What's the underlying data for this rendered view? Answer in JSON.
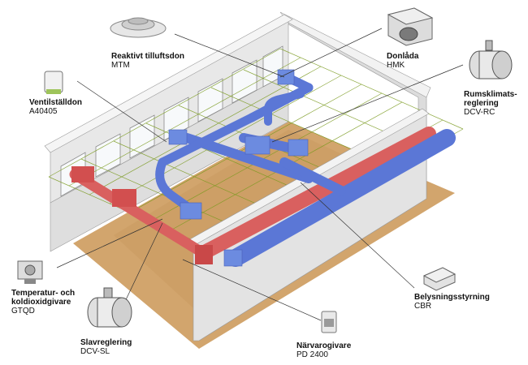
{
  "title": "Ventilation and climate control system overview",
  "labels": {
    "mtm": {
      "name": "Reaktivt tilluftsdon",
      "code": "MTM"
    },
    "hmk": {
      "name": "Donlåda",
      "code": "HMK"
    },
    "dcvrc": {
      "name_line1": "Rumsklimats-",
      "name_line2": "reglering",
      "code": "DCV-RC"
    },
    "a40405": {
      "name": "Ventilställdon",
      "code": "A40405"
    },
    "gtqd": {
      "name_line1": "Temperatur- och",
      "name_line2": "koldioxidgivare",
      "code": "GTQD"
    },
    "dcvsl": {
      "name": "Slavreglering",
      "code": "DCV-SL"
    },
    "pd2400": {
      "name": "Närvarogivare",
      "code": "PD 2400"
    },
    "cbr": {
      "name": "Belysningsstyrning",
      "code": "CBR"
    }
  },
  "colors": {
    "supply_duct": "#5b77d6",
    "exhaust_duct": "#d9605f",
    "wall": "#e4e4e4",
    "floor": "#d2a56d",
    "ceiling_grid": "#7a9a1f",
    "leader_line": "#333333"
  }
}
